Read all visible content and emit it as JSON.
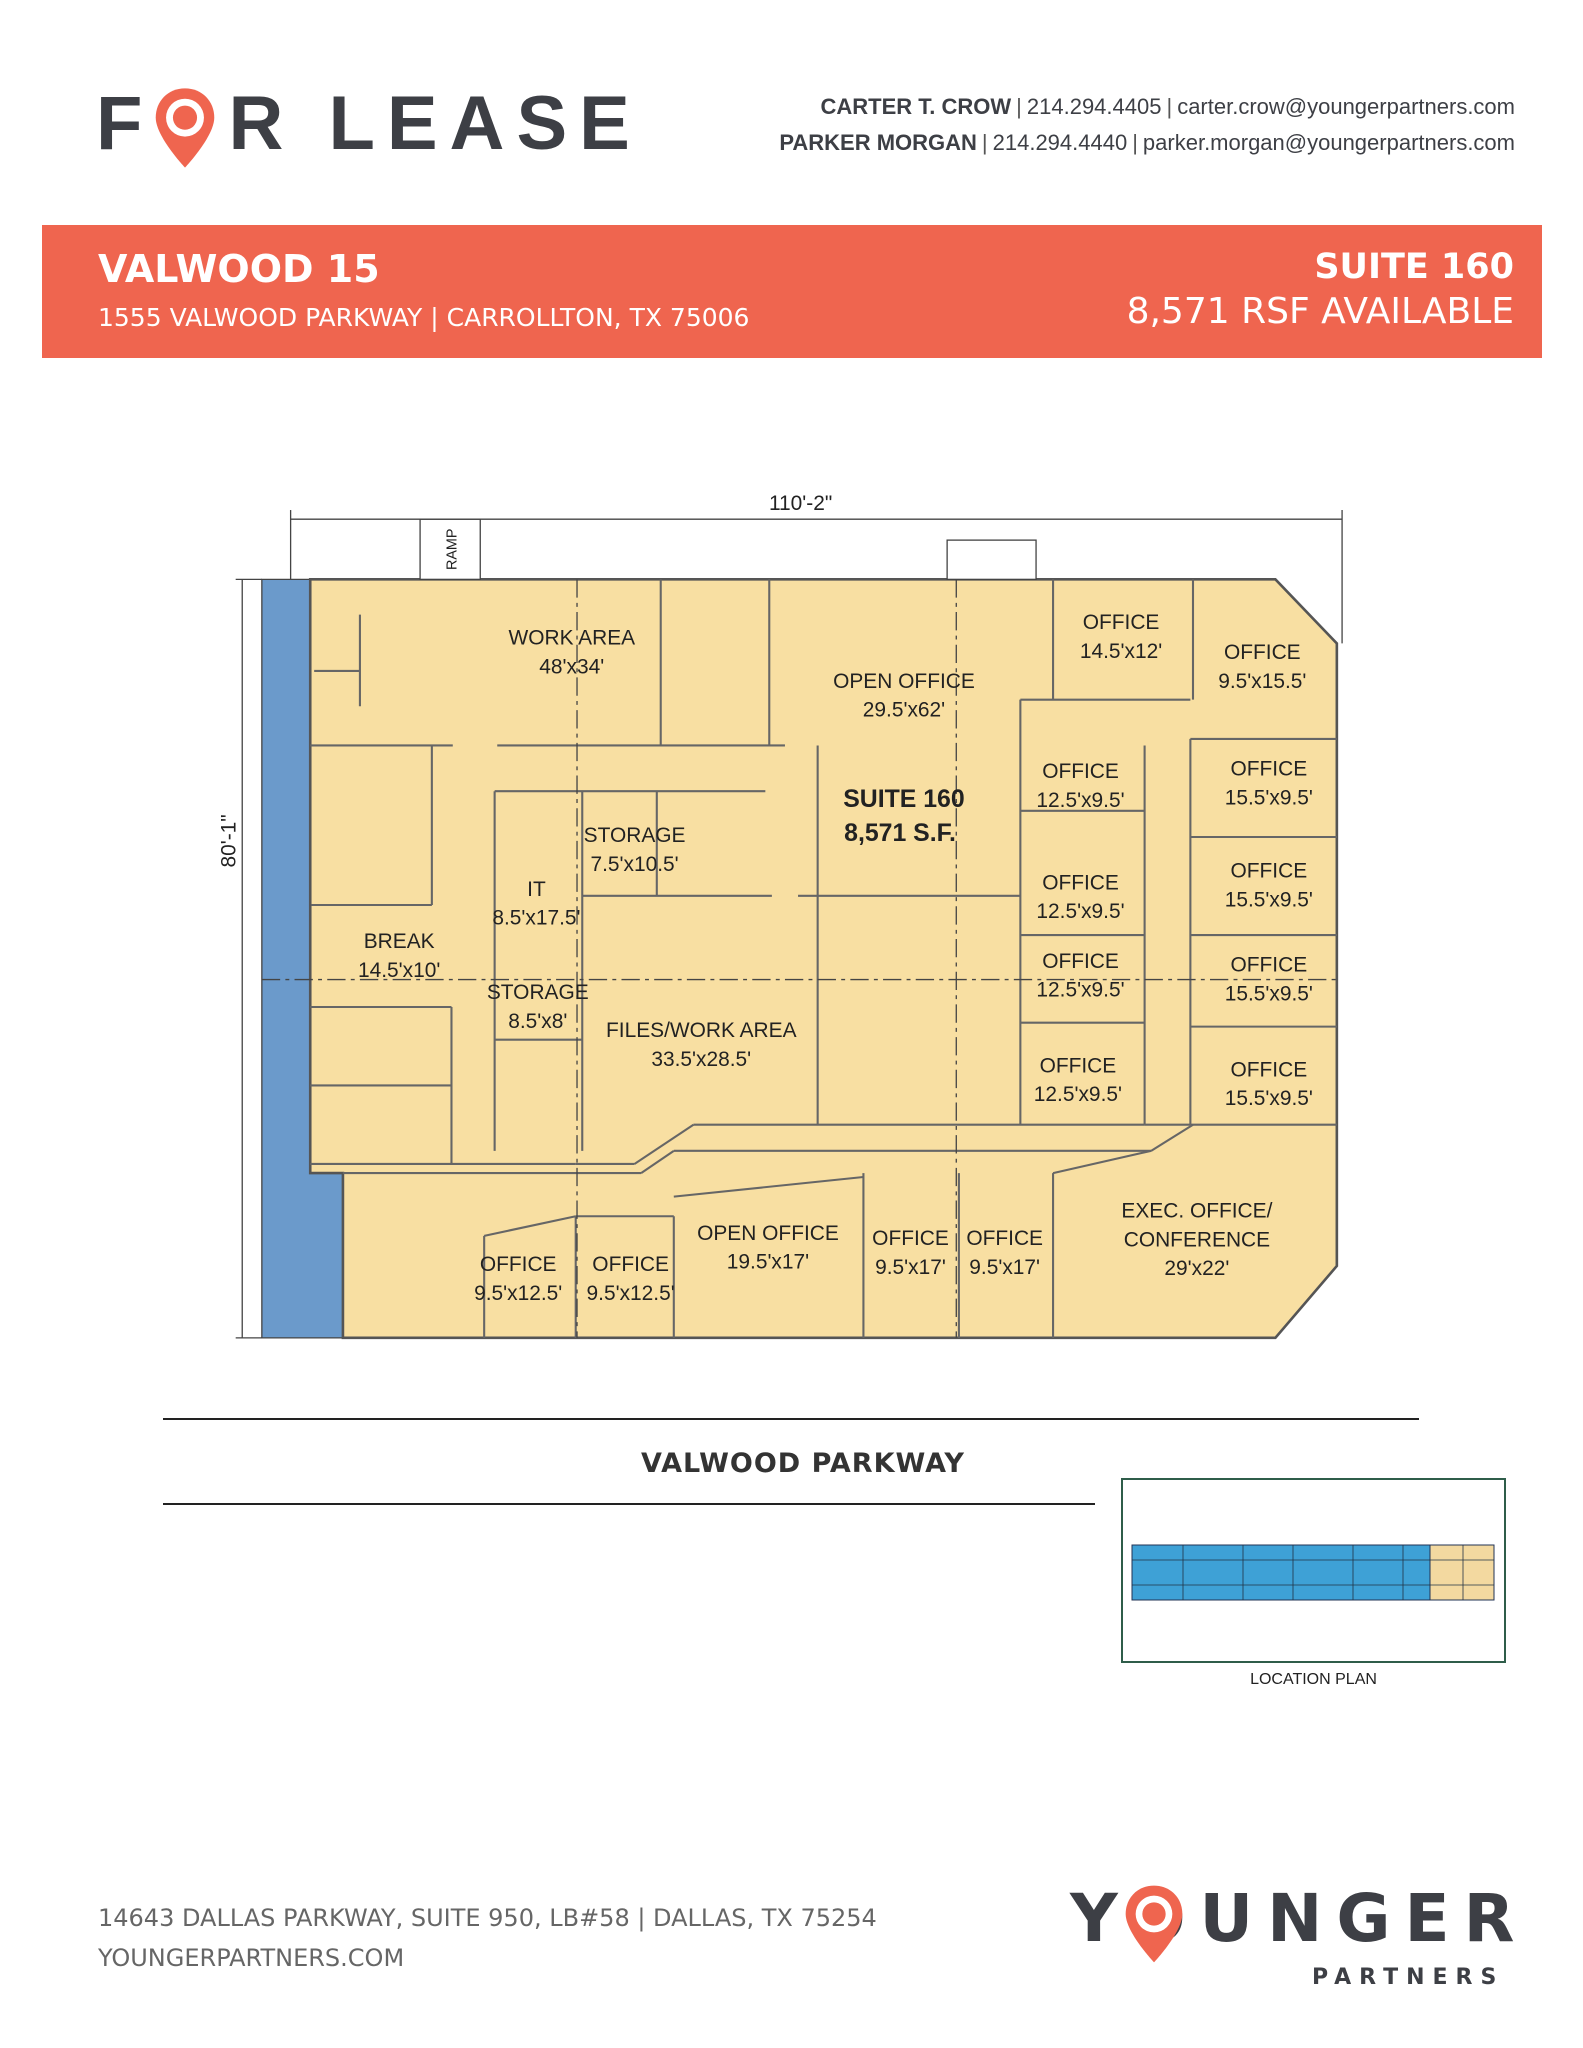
{
  "header": {
    "logo_text_f": "F",
    "logo_text_rest": "R LEASE",
    "logo_full": "FOR LEASE",
    "contacts": [
      {
        "name": "CARTER T. CROW",
        "phone": "214.294.4405",
        "email": "carter.crow@youngerpartners.com"
      },
      {
        "name": "PARKER MORGAN",
        "phone": "214.294.4440",
        "email": "parker.morgan@youngerpartners.com"
      }
    ]
  },
  "banner": {
    "property": "VALWOOD 15",
    "address": "1555 VALWOOD  PARKWAY  |  CARROLLTON, TX 75006",
    "suite": "SUITE 160",
    "rsf": "8,571 RSF AVAILABLE"
  },
  "colors": {
    "brand": "#ef654f",
    "space_fill": "#f8dfa2",
    "adjacent_fill": "#6b9acb",
    "text_dark": "#3d3f45"
  },
  "floor_plan": {
    "width_dim": "110'-2\"",
    "depth_dim": "80'-1\"",
    "ramp": "RAMP",
    "suite_title": "SUITE 160",
    "suite_area": "8,571 S.F.",
    "rooms": [
      {
        "name": "WORK AREA",
        "size": "48'x34'"
      },
      {
        "name": "OPEN OFFICE",
        "size": "29.5'x62'"
      },
      {
        "name": "OFFICE",
        "size": "14.5'x12'"
      },
      {
        "name": "OFFICE",
        "size": "9.5'x15.5'"
      },
      {
        "name": "OFFICE",
        "size": "12.5'x9.5'"
      },
      {
        "name": "OFFICE",
        "size": "12.5'x9.5'"
      },
      {
        "name": "OFFICE",
        "size": "12.5'x9.5'"
      },
      {
        "name": "OFFICE",
        "size": "12.5'x9.5'"
      },
      {
        "name": "OFFICE",
        "size": "15.5'x9.5'"
      },
      {
        "name": "OFFICE",
        "size": "15.5'x9.5'"
      },
      {
        "name": "OFFICE",
        "size": "15.5'x9.5'"
      },
      {
        "name": "OFFICE",
        "size": "15.5'x9.5'"
      },
      {
        "name": "STORAGE",
        "size": "7.5'x10.5'"
      },
      {
        "name": "IT",
        "size": "8.5'x17.5'"
      },
      {
        "name": "BREAK",
        "size": "14.5'x10'"
      },
      {
        "name": "STORAGE",
        "size": "8.5'x8'"
      },
      {
        "name": "FILES/WORK AREA",
        "size": "33.5'x28.5'"
      },
      {
        "name": "OPEN OFFICE",
        "size": "19.5'x17'"
      },
      {
        "name": "OFFICE",
        "size": "9.5'x17'"
      },
      {
        "name": "OFFICE",
        "size": "9.5'x17'"
      },
      {
        "name": "OFFICE",
        "size": "9.5'x12.5'"
      },
      {
        "name": "OFFICE",
        "size": "9.5'x12.5'"
      }
    ],
    "exec": {
      "line1": "EXEC. OFFICE/",
      "line2": "CONFERENCE",
      "size": "29'x22'"
    }
  },
  "street": "VALWOOD PARKWAY",
  "location_plan": {
    "label": "LOCATION PLAN"
  },
  "footer": {
    "address": "14643 DALLAS PARKWAY, SUITE 950, LB#58 | DALLAS, TX 75254",
    "website": "YOUNGERPARTNERS.COM",
    "logo_main": "YOUNGER",
    "logo_sub": "PARTNERS"
  }
}
